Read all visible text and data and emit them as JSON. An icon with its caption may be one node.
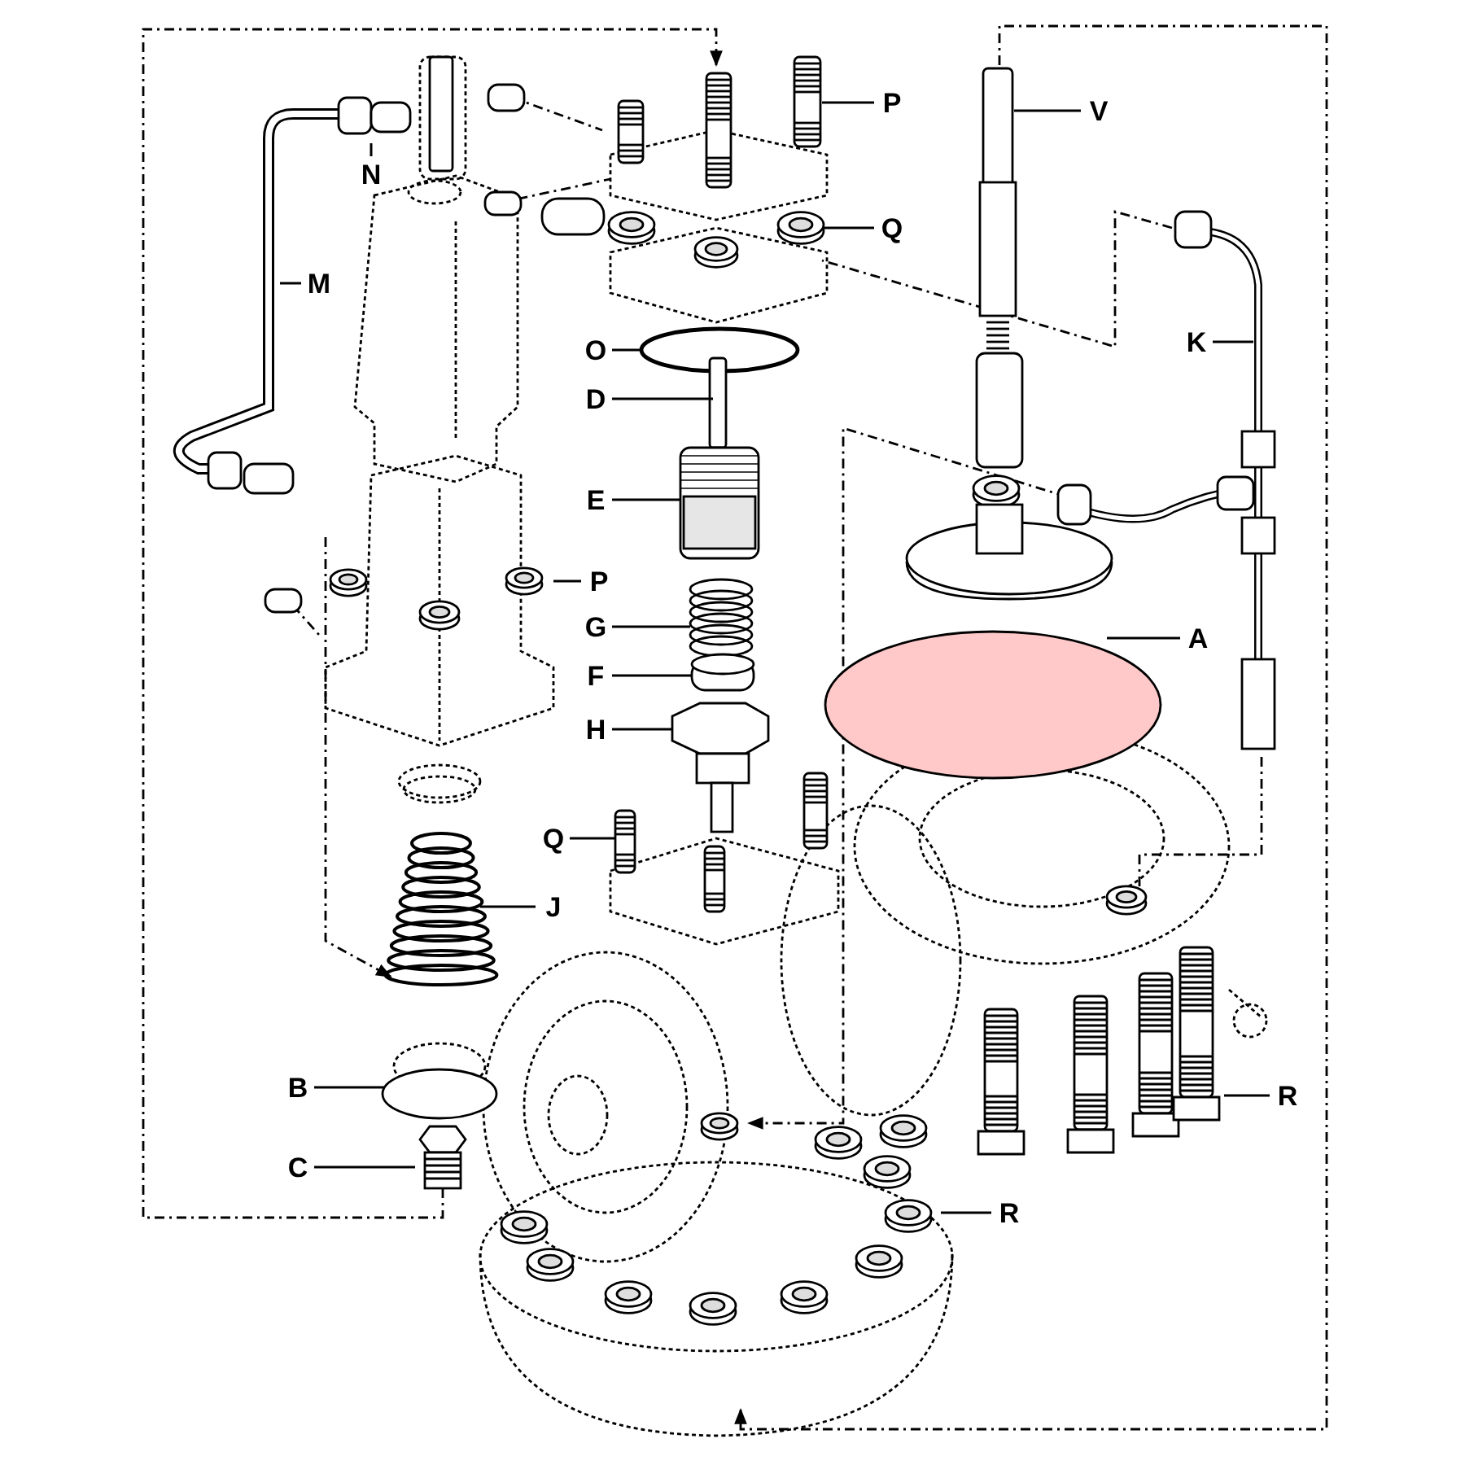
{
  "diagram": {
    "nodes": [
      {
        "text": [
          "P"
        ]
      },
      {
        "text": [
          "V"
        ]
      },
      {
        "text": [
          "N"
        ]
      },
      {
        "text": [
          "Q"
        ]
      },
      {
        "text": [
          "M"
        ]
      },
      {
        "text": [
          "K"
        ]
      },
      {
        "text": [
          "O"
        ]
      },
      {
        "text": [
          "D"
        ]
      },
      {
        "text": [
          "E"
        ]
      },
      {
        "text": [
          "P"
        ]
      },
      {
        "text": [
          "G"
        ]
      },
      {
        "text": [
          "A"
        ]
      },
      {
        "text": [
          "F"
        ]
      },
      {
        "text": [
          "H"
        ]
      },
      {
        "text": [
          "Q"
        ]
      },
      {
        "text": [
          "J"
        ]
      },
      {
        "text": [
          "B"
        ]
      },
      {
        "text": [
          "C"
        ]
      },
      {
        "text": [
          "R"
        ]
      },
      {
        "text": [
          "R"
        ]
      }
    ],
    "edges": [
      {
        "from": 0,
        "to": null,
        "arrow": "none"
      },
      {
        "from": 1,
        "to": null,
        "arrow": "none"
      },
      {
        "from": 2,
        "to": null,
        "arrow": "none"
      },
      {
        "from": 3,
        "to": null,
        "arrow": "none"
      },
      {
        "from": 4,
        "to": null,
        "arrow": "none"
      },
      {
        "from": 5,
        "to": null,
        "arrow": "none"
      },
      {
        "from": 6,
        "to": null,
        "arrow": "none"
      },
      {
        "from": 7,
        "to": null,
        "arrow": "none"
      },
      {
        "from": 8,
        "to": null,
        "arrow": "none"
      },
      {
        "from": 9,
        "to": null,
        "arrow": "none"
      },
      {
        "from": 10,
        "to": null,
        "arrow": "none"
      },
      {
        "from": 11,
        "to": null,
        "arrow": "none"
      },
      {
        "from": 12,
        "to": null,
        "arrow": "none"
      },
      {
        "from": 13,
        "to": null,
        "arrow": "none"
      },
      {
        "from": 14,
        "to": null,
        "arrow": "none"
      },
      {
        "from": 15,
        "to": null,
        "arrow": "none"
      },
      {
        "from": 16,
        "to": null,
        "arrow": "none"
      },
      {
        "from": 17,
        "to": null,
        "arrow": "none"
      },
      {
        "from": 18,
        "to": null,
        "arrow": "none"
      },
      {
        "from": 19,
        "to": null,
        "arrow": "none"
      }
    ]
  }
}
